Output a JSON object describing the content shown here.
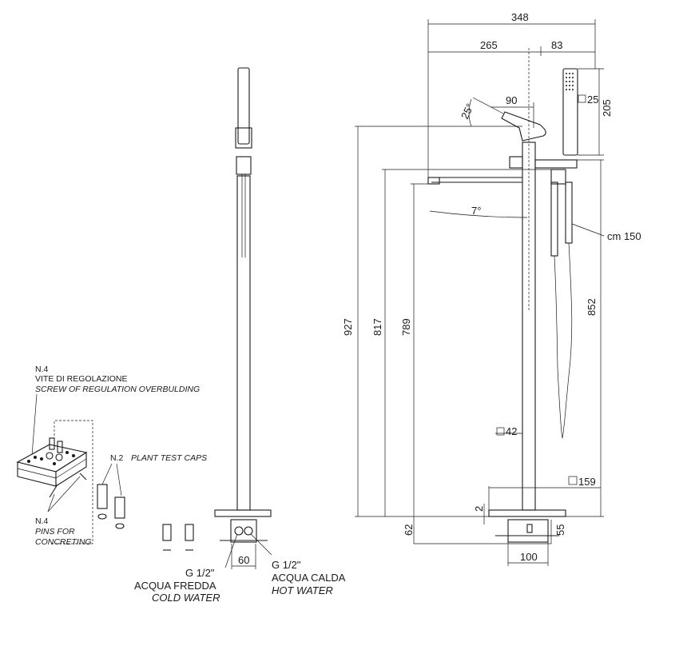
{
  "dimensions": {
    "total_width": "348",
    "spout_reach": "265",
    "hand_shower_offset": "83",
    "spout_length": "90",
    "spout_angle": "25°",
    "hand_shower_section": "25",
    "hand_shower_height": "205",
    "spout_tilt": "7°",
    "hose_length": "cm 150",
    "height_927": "927",
    "height_817": "817",
    "height_789": "789",
    "height_852": "852",
    "column_section": "42",
    "base_section": "159",
    "base_thickness": "2",
    "base_height_62": "62",
    "box_height_55": "55",
    "box_width_100": "100",
    "inlet_spacing": "60"
  },
  "labels": {
    "screw_count": "N.4",
    "screw_it": "VITE DI REGOLAZIONE",
    "screw_en": "SCREW OF REGULATION OVERBULDING",
    "caps_count": "N.2",
    "caps_en": "PLANT TEST CAPS",
    "pins_count": "N.4",
    "pins_en_1": "PINS FOR",
    "pins_en_2": "CONCRETING",
    "cold_thread": "G 1/2\"",
    "cold_it": "ACQUA FREDDA",
    "cold_en": "COLD WATER",
    "hot_thread": "G 1/2\"",
    "hot_it": "ACQUA CALDA",
    "hot_en": "HOT WATER"
  }
}
